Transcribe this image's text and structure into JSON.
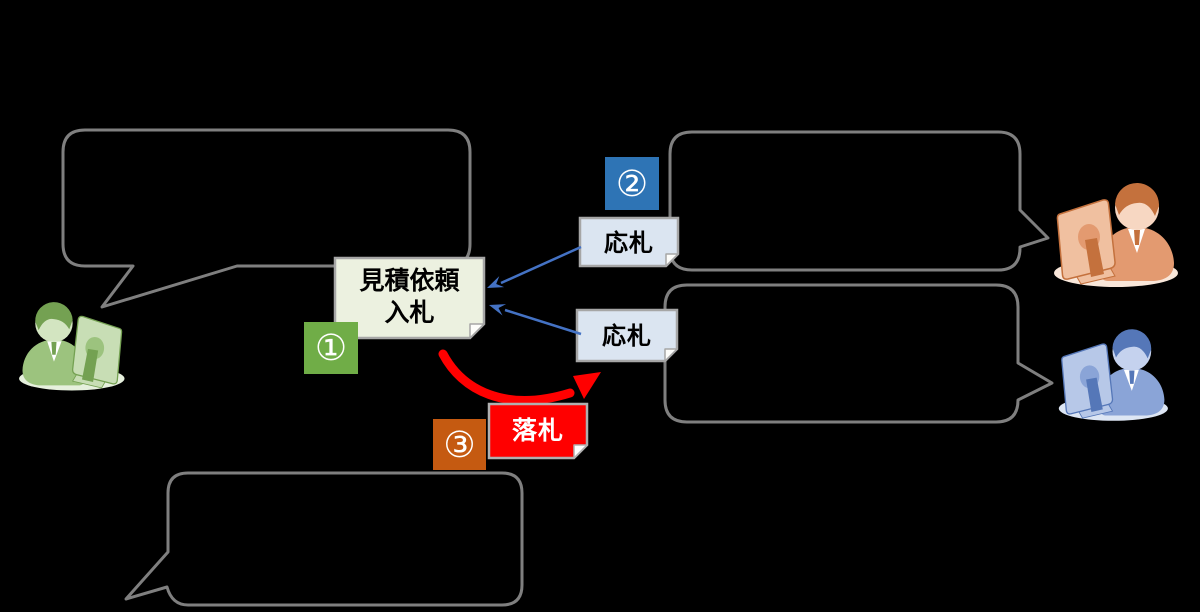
{
  "diagram": {
    "background": "#000000",
    "bubble_border_color": "#7f7f7f"
  },
  "center_note": {
    "line1": "見積依頼",
    "line2": "入札",
    "fill": "#ecf1e0",
    "border": "#a6a6a6",
    "text_color": "#000000"
  },
  "bid_notes": {
    "fill": "#dbe5f1",
    "border": "#a6a6a6",
    "text_color": "#000000",
    "items": [
      {
        "label": "応札"
      },
      {
        "label": "応札"
      }
    ]
  },
  "award_note": {
    "label": "落札",
    "fill": "#ff0000",
    "border": "#b0b0b0",
    "text_color": "#ffffff"
  },
  "step_badges": [
    {
      "number": "①",
      "color": "#70ad47",
      "text_color": "#ffffff"
    },
    {
      "number": "②",
      "color": "#2e74b5",
      "text_color": "#ffffff"
    },
    {
      "number": "③",
      "color": "#c55a11",
      "text_color": "#ffffff"
    }
  ],
  "arrows": {
    "bid_arrow_color": "#4472c4",
    "award_arrow_color": "#ff0000"
  },
  "people": [
    {
      "id": "buyer",
      "colors": {
        "shadow": "#e6f0dd",
        "light": "#c8deb5",
        "mid": "#9cc37e",
        "dark": "#74a152",
        "face": "#d3e5c1",
        "shirt": "#ffffff"
      }
    },
    {
      "id": "supplier-top",
      "colors": {
        "shadow": "#f9e7da",
        "light": "#f0c0a0",
        "mid": "#e39a70",
        "dark": "#c4713d",
        "face": "#f7d7c2",
        "shirt": "#ffffff"
      }
    },
    {
      "id": "supplier-bottom",
      "colors": {
        "shadow": "#dde6f4",
        "light": "#b7c8e8",
        "mid": "#8aa4d7",
        "dark": "#5577b8",
        "face": "#c5d2ee",
        "shirt": "#ffffff"
      }
    }
  ]
}
